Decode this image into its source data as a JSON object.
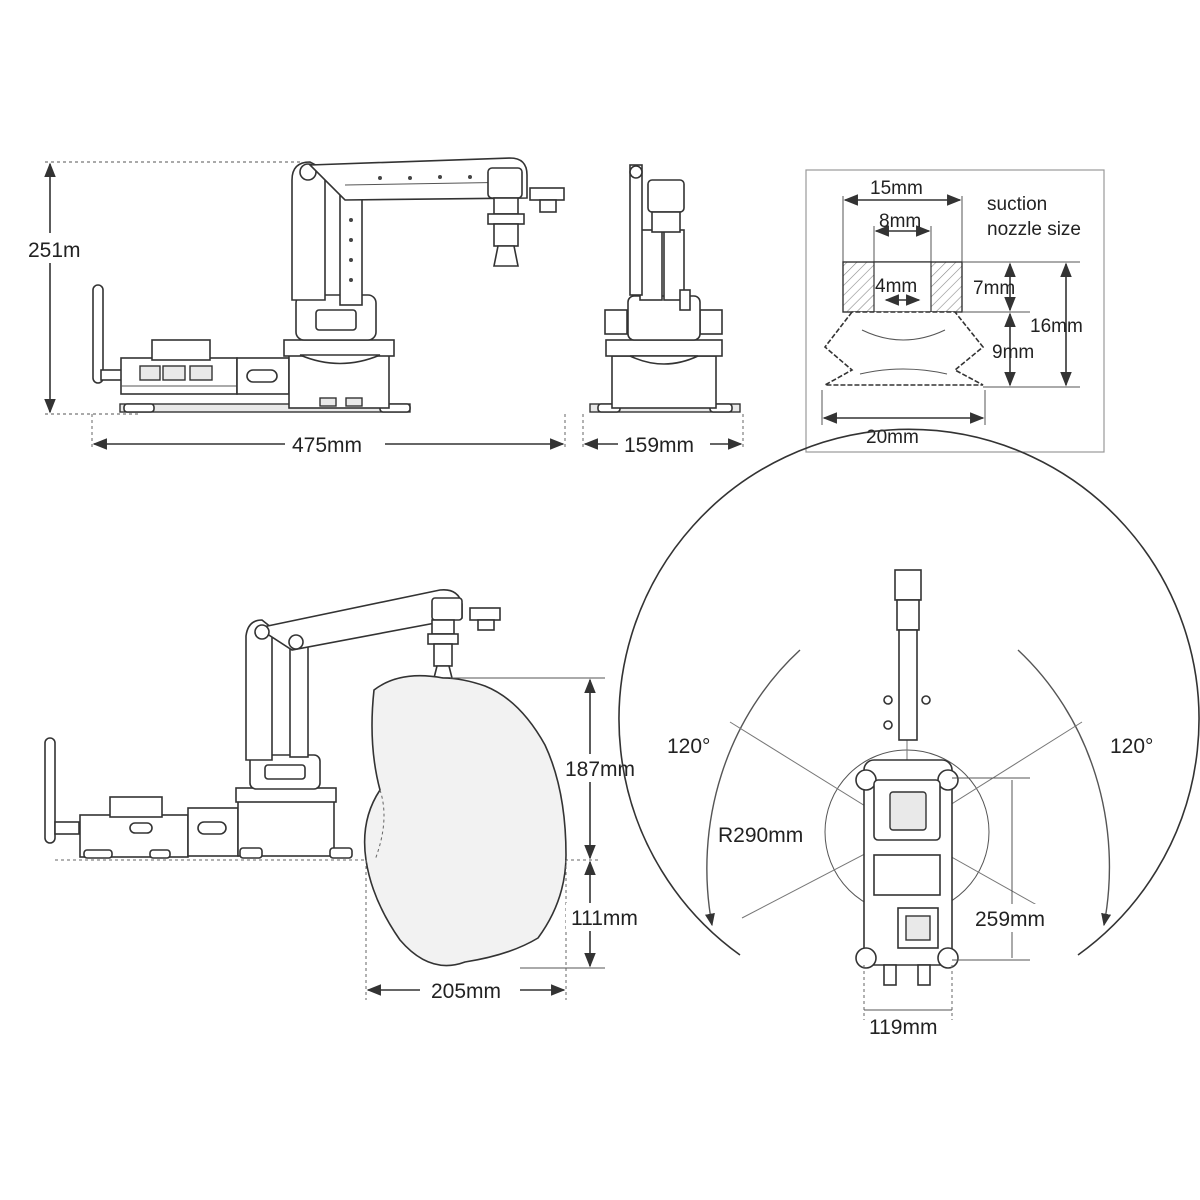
{
  "side_view": {
    "height_label": "251m",
    "length_label": "475mm"
  },
  "front_view": {
    "width_label": "159mm"
  },
  "nozzle_detail": {
    "caption_line1": "suction",
    "caption_line2": "nozzle size",
    "top_width": "15mm",
    "inner_width": "8mm",
    "hole_width": "4mm",
    "upper_height": "7mm",
    "total_height": "16mm",
    "lower_height": "9mm",
    "bottom_width": "20mm"
  },
  "workspace_side": {
    "reach_up": "187mm",
    "reach_down": "111mm",
    "reach_width": "205mm"
  },
  "workspace_top": {
    "angle_left": "120°",
    "angle_right": "120°",
    "radius": "R290mm",
    "base_length": "259mm",
    "base_width": "119mm"
  },
  "colors": {
    "line": "#333333",
    "fill": "#ffffff",
    "shade": "#e9e9e9"
  }
}
